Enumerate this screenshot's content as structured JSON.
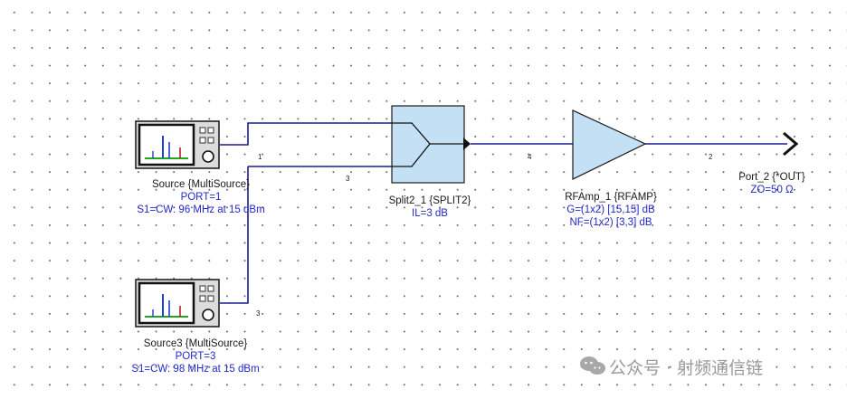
{
  "components": {
    "source1": {
      "name": "Source {MultiSource}",
      "port": "PORT=1",
      "signal": "S1=CW: 96 MHz at 15 dBm"
    },
    "source3": {
      "name": "Source3 {MultiSource}",
      "port": "PORT=3",
      "signal": "S1=CW: 98 MHz at 15 dBm"
    },
    "splitter": {
      "name": "Split2_1 {SPLIT2}",
      "param": "IL=3 dB"
    },
    "amplifier": {
      "name": "RFAmp_1 {RFAMP}",
      "gain": "G=(1x2) [15,15] dB",
      "nf": "NF=(1x2) [3,3] dB"
    },
    "port2": {
      "name": "Port_2 {*OUT}",
      "param": "ZO=50 Ω"
    }
  },
  "nets": {
    "n1": "1",
    "n3a": "3",
    "n3b": "3",
    "n4": "4",
    "n2": "2"
  },
  "watermark": {
    "text": "公众号 · 射频通信链"
  },
  "colors": {
    "wire": "#1c1c8c",
    "component_fill": "#c4e0f5",
    "component_stroke": "#1a1a1a",
    "param_text": "#2229c9"
  }
}
